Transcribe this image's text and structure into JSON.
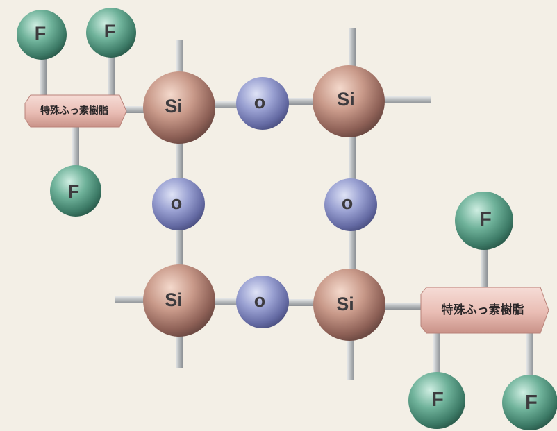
{
  "atoms": {
    "si_label": "Si",
    "o_label": "o",
    "f_label": "F"
  },
  "tags": {
    "left_label": "特殊ふっ素樹脂",
    "right_label": "特殊ふっ素樹脂"
  },
  "colors": {
    "background": "#f3efe6",
    "silicon": "#c49283",
    "oxygen": "#8f96c8",
    "fluorine": "#5f9f88",
    "bond": "#bfc2c4",
    "tag_fill": "#edc7c0"
  }
}
